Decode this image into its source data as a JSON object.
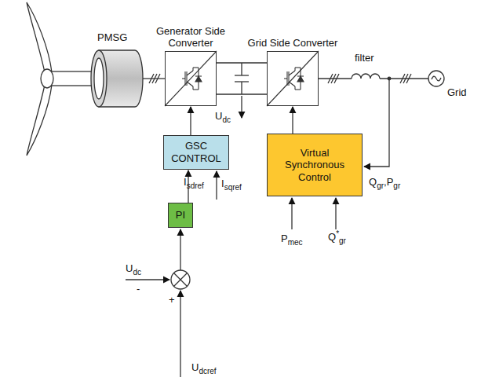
{
  "diagram": {
    "nodes": [
      {
        "text": [
          "Generator Side Converter"
        ]
      },
      {
        "text": [
          "Grid Side Converter"
        ]
      },
      {
        "text": [
          "GSC CONTROL"
        ]
      },
      {
        "text": [
          "Virtual Synchronous Control"
        ]
      },
      {
        "text": [
          "PI"
        ]
      }
    ],
    "edges": [
      {
        "from": 0,
        "to": 1,
        "arrow": "none"
      },
      {
        "from": 2,
        "to": 0,
        "arrow": "to"
      },
      {
        "from": 3,
        "to": 1,
        "arrow": "to"
      },
      {
        "from": 4,
        "to": 2,
        "arrow": "to"
      }
    ],
    "labels": [
      "PMSG",
      "Udc",
      "filter",
      "Grid",
      "Isdref",
      "Isqref",
      "Qgr,Pgr",
      "Pmec",
      "Q*gr",
      "Udc",
      "-",
      "+",
      "Udcref"
    ]
  }
}
